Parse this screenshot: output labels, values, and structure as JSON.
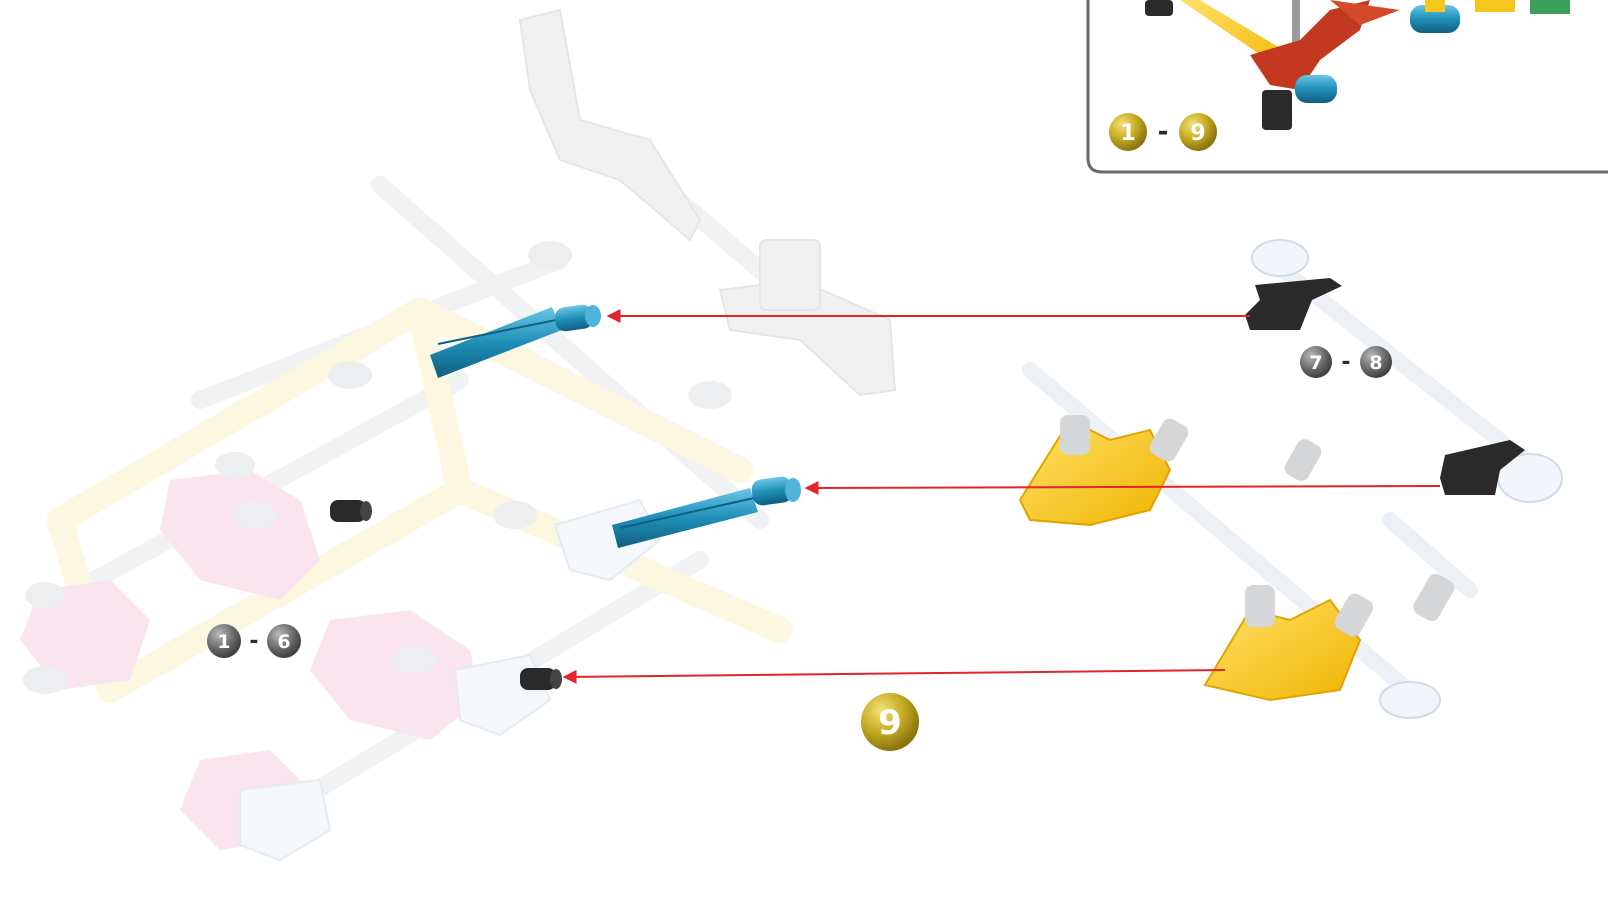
{
  "step": {
    "number": "9",
    "color_gold": "#b8a218",
    "color_grey": "#5f6163"
  },
  "inset": {
    "range_start": "1",
    "range_sep": "-",
    "range_end": "9"
  },
  "left_assembly": {
    "range_start": "1",
    "range_sep": "-",
    "range_end": "6"
  },
  "right_assembly": {
    "range_start": "7",
    "range_sep": "-",
    "range_end": "8"
  },
  "colors": {
    "arrow": "#e0262a",
    "blue_rod": "#1f8fb8",
    "black_clip": "#2a2a2a",
    "yellow": "#f5c71a",
    "pink_faded": "#f6cfe0",
    "grey_faded": "#dcdcdc",
    "red_connector": "#c2391f",
    "inset_border": "#6a6a6a"
  },
  "icons": [
    "arrow-icon",
    "rod-icon",
    "clip-icon",
    "connector-icon"
  ]
}
